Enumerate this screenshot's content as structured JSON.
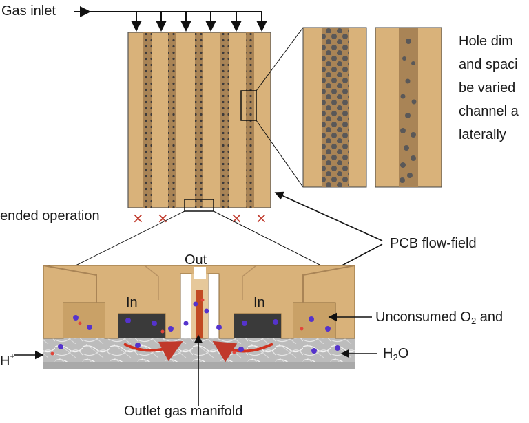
{
  "labels": {
    "gas_inlet": "Gas inlet",
    "hole_note": [
      "Hole dim",
      "and spaci",
      "be varied",
      "channel a",
      "laterally"
    ],
    "dead_ended": "ended operation",
    "pcb_flow_field": "PCB flow-field",
    "out": "Out",
    "in_left": "In",
    "in_right": "In",
    "unconsumed_prefix": "Unconsumed O",
    "unconsumed_sub": "2",
    "unconsumed_suffix": " and",
    "h_plus": "H",
    "h_plus_sup": "+",
    "h2o_prefix": "H",
    "h2o_sub": "2",
    "h2o_suffix": "O",
    "outlet": "Outlet gas manifold"
  },
  "colors": {
    "board": "#d9b27a",
    "board_dark": "#b58e55",
    "channel": "#9c7a4a",
    "hole": "#3d3a3a",
    "cross": "#c0392b",
    "arrow_red": "#d0321f",
    "molecule": "#5533cc",
    "gdl": "#bcbcbc"
  },
  "markers": {
    "cross_symbol": "×"
  }
}
